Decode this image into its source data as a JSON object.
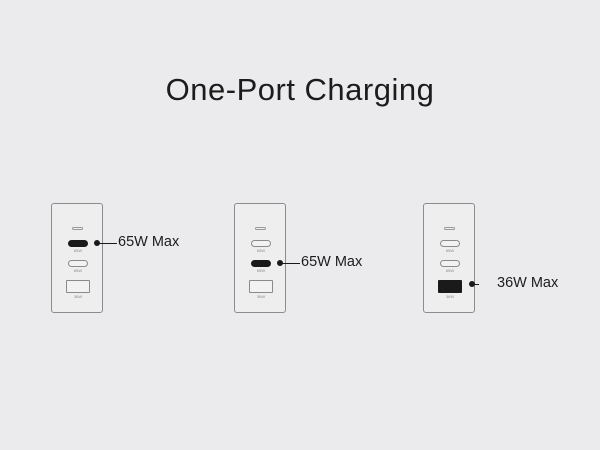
{
  "title": "One-Port Charging",
  "port_labels": {
    "c1": "65W",
    "c2": "65W",
    "a": "36W"
  },
  "chargers": [
    {
      "active_port": "usb-c-1",
      "label": "65W Max"
    },
    {
      "active_port": "usb-c-2",
      "label": "65W Max"
    },
    {
      "active_port": "usb-a",
      "label": "36W Max"
    }
  ]
}
